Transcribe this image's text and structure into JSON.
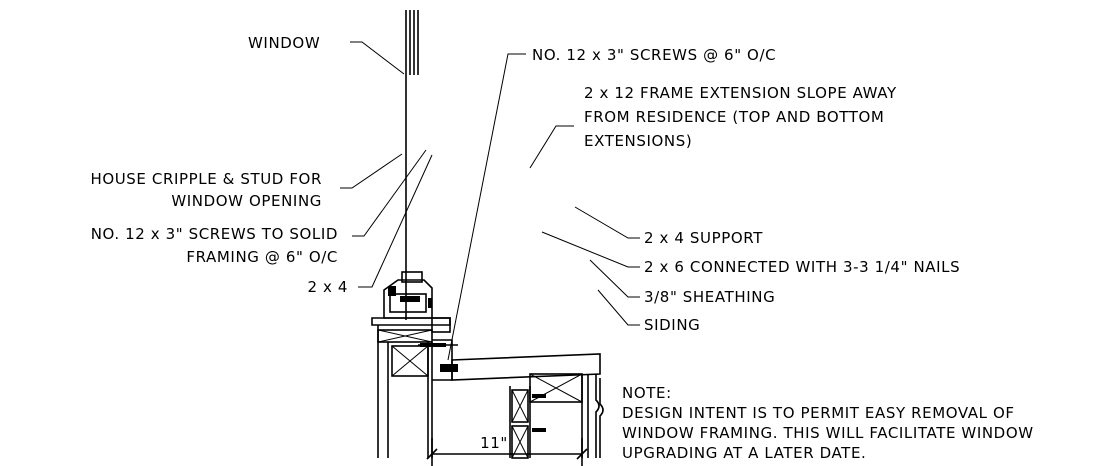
{
  "labels": {
    "window": "WINDOW",
    "screws_top": "NO. 12 x 3\" SCREWS @ 6\" O/C",
    "frame_ext_line1": "2 x 12 FRAME EXTENSION SLOPE AWAY",
    "frame_ext_line2": "FROM RESIDENCE (TOP AND BOTTOM",
    "frame_ext_line3": "EXTENSIONS)",
    "house_cripple_line1": "HOUSE CRIPPLE & STUD FOR",
    "house_cripple_line2": "WINDOW OPENING",
    "screws_solid_line1": "NO. 12 x 3\" SCREWS TO SOLID",
    "screws_solid_line2": "FRAMING @ 6\" O/C",
    "two_by_four": "2 x 4",
    "support": "2 x 4 SUPPORT",
    "two_by_six": "2 x 6 CONNECTED WITH 3-3 1/4\" NAILS",
    "sheathing": "3/8\" SHEATHING",
    "siding": "SIDING",
    "dimension": "11\""
  },
  "note": {
    "title": "NOTE:",
    "line1": "DESIGN INTENT IS TO PERMIT EASY REMOVAL OF",
    "line2": "WINDOW FRAMING. THIS WILL FACILITATE WINDOW",
    "line3": "UPGRADING AT A LATER DATE."
  }
}
